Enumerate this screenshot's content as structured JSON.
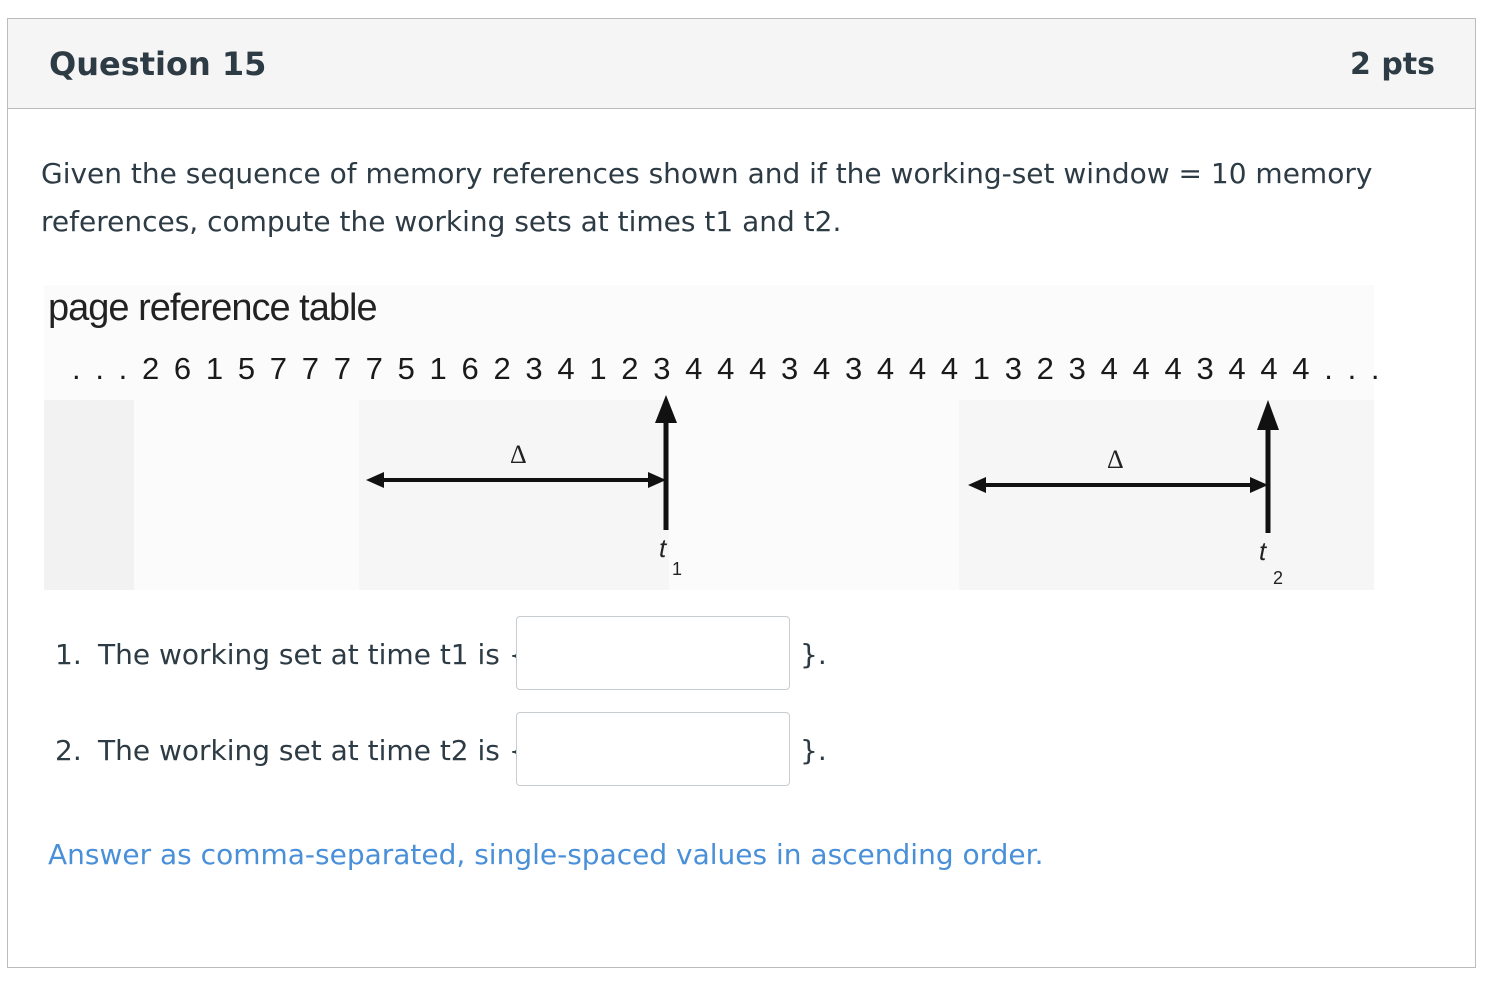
{
  "question": {
    "title": "Question 15",
    "points": "2 pts",
    "text": "Given the sequence of memory references shown and if the working-set window = 10 memory references, compute the working sets at times t1 and t2."
  },
  "figure": {
    "caption": "page reference table",
    "reference_string": ". . . 2 6 1 5 7 7 7 7 5 1 6 2 3 4 1 2 3 4 4 4 3 4 3 4 4 4 1 3 2 3 4 4 4 3 4 4 4 . . .",
    "delta_symbol": "Δ",
    "t1_label": "t",
    "t1_subscript": "1",
    "t2_label": "t",
    "t2_subscript": "2"
  },
  "answers": [
    {
      "number": "1.",
      "prefix": "The working set at time t1 is {",
      "value": "",
      "placeholder": "",
      "suffix": "}."
    },
    {
      "number": "2.",
      "prefix": "The working set at time t2 is {",
      "value": "",
      "placeholder": "",
      "suffix": "}."
    }
  ],
  "instruction": "Answer as comma-separated, single-spaced values in ascending order.",
  "colors": {
    "text": "#2d3b45",
    "header_bg": "#f5f5f5",
    "border": "#bcbcbc",
    "instruction": "#4a90d9"
  }
}
